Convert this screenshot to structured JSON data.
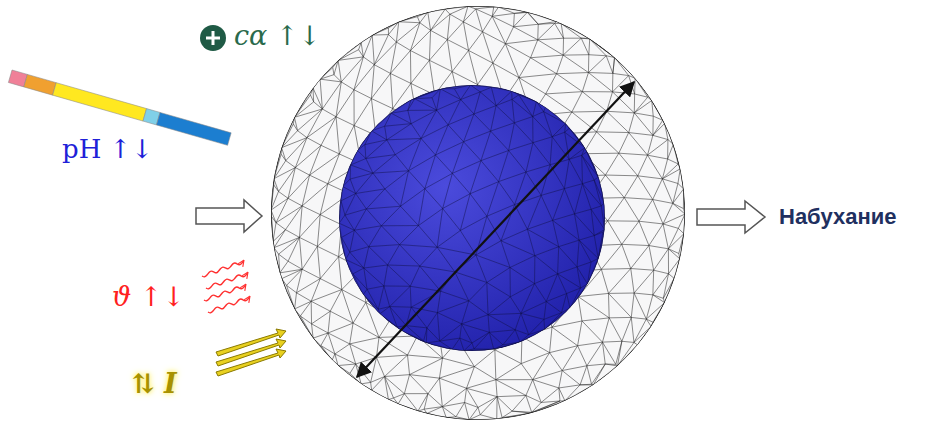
{
  "diagram": {
    "labels": [
      "cα ↑↓",
      "pH ↑↓",
      "ϑ ↑↓",
      "⇅ I",
      "Набухание"
    ]
  }
}
